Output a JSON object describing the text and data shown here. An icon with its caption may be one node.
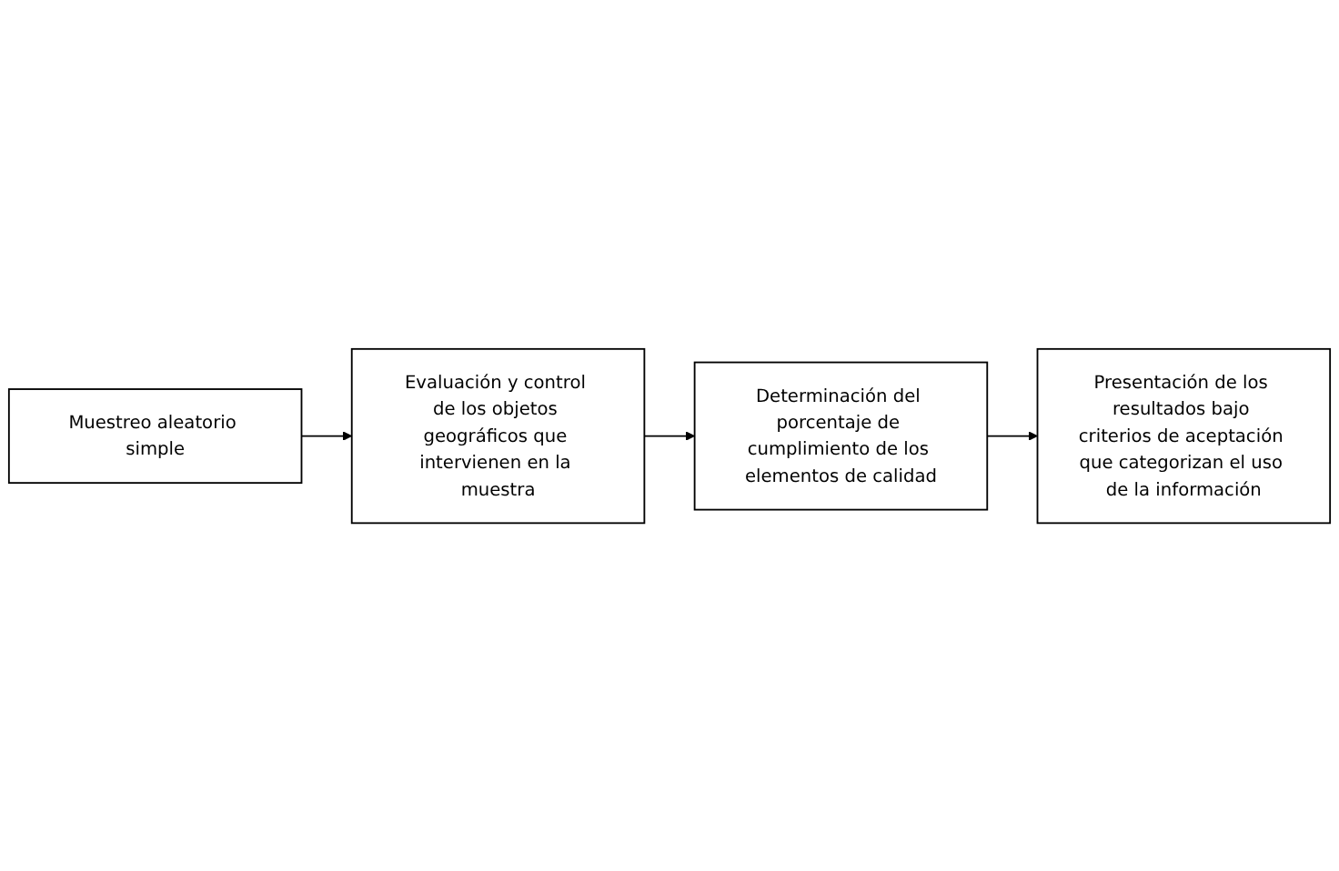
{
  "diagram": {
    "nodes": [
      {
        "text": [
          "Muestreo aleatorio simple"
        ]
      },
      {
        "text": [
          "Evaluación y control de los objetos geográficos que intervienen en la muestra"
        ]
      },
      {
        "text": [
          "Determinación del porcentaje de cumplimiento de los elementos de calidad"
        ]
      },
      {
        "text": [
          "Presentación de los resultados bajo criterios de aceptación que categorizan el uso de la información"
        ]
      }
    ],
    "edges": [
      {
        "from": 0,
        "to": 1,
        "arrow": "to"
      },
      {
        "from": 1,
        "to": 2,
        "arrow": "to"
      },
      {
        "from": 2,
        "to": 3,
        "arrow": "to"
      }
    ]
  }
}
